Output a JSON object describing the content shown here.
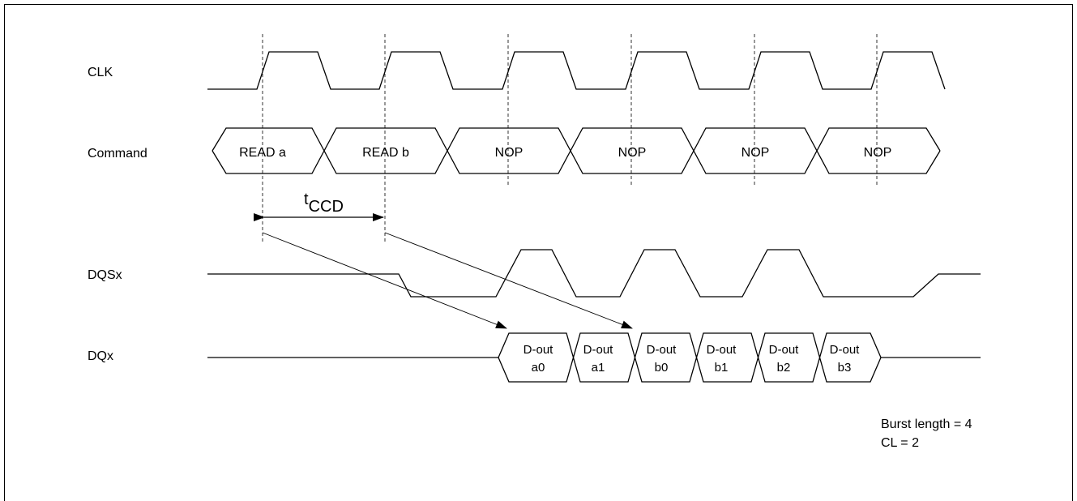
{
  "signals": {
    "clk": "CLK",
    "command": "Command",
    "dqs": "DQSx",
    "dq": "DQx"
  },
  "commands": [
    "READ a",
    "READ b",
    "NOP",
    "NOP",
    "NOP",
    "NOP"
  ],
  "dq_data": [
    {
      "line1": "D-out",
      "line2": "a0"
    },
    {
      "line1": "D-out",
      "line2": "a1"
    },
    {
      "line1": "D-out",
      "line2": "b0"
    },
    {
      "line1": "D-out",
      "line2": "b1"
    },
    {
      "line1": "D-out",
      "line2": "b2"
    },
    {
      "line1": "D-out",
      "line2": "b3"
    }
  ],
  "timing": {
    "t_main": "t",
    "t_sub": "CCD"
  },
  "notes": {
    "burst": "Burst length = 4",
    "cl": "CL = 2"
  }
}
